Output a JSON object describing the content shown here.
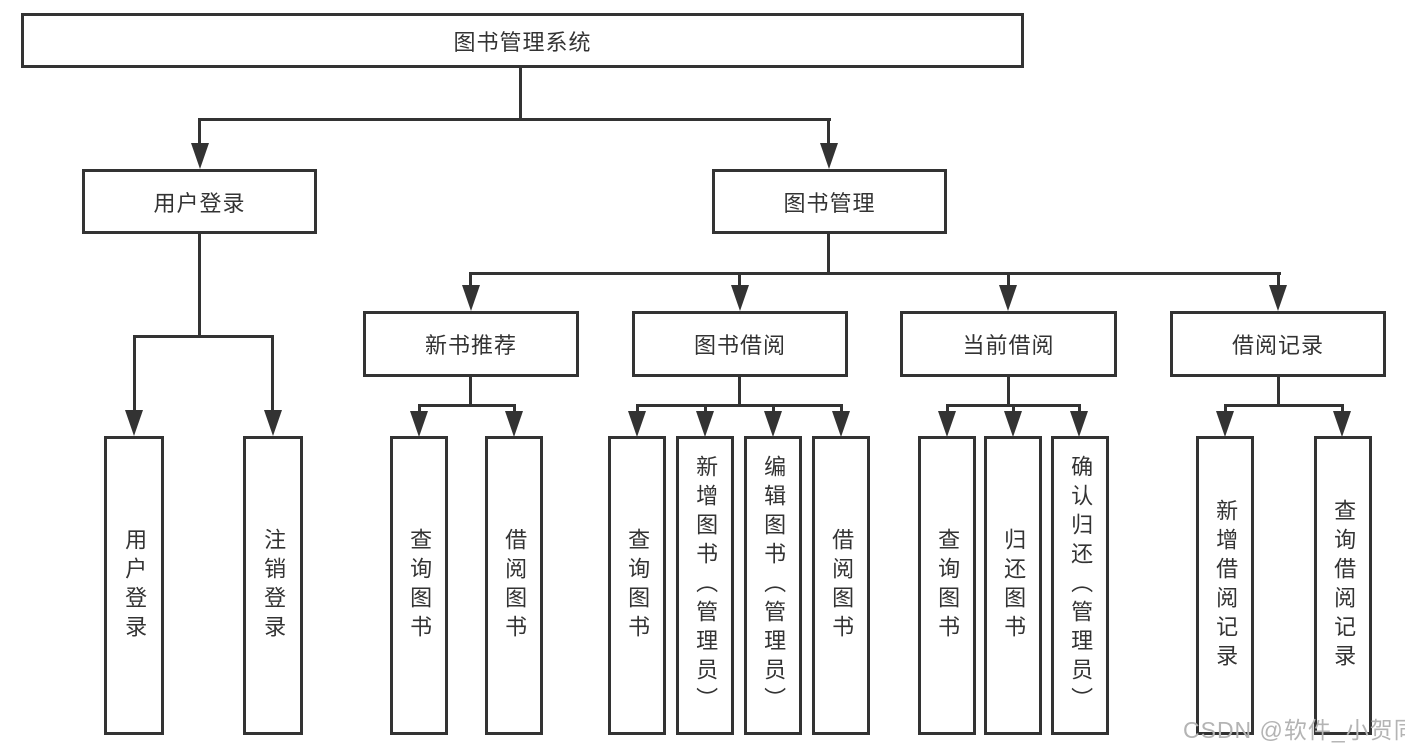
{
  "diagram": {
    "root": {
      "label": "图书管理系统"
    },
    "level1": [
      {
        "label": "用户登录",
        "children": [
          {
            "label": "用户登录"
          },
          {
            "label": "注销登录"
          }
        ]
      },
      {
        "label": "图书管理",
        "children": [
          {
            "label": "新书推荐",
            "children": [
              {
                "label": "查询图书"
              },
              {
                "label": "借阅图书"
              }
            ]
          },
          {
            "label": "图书借阅",
            "children": [
              {
                "label": "查询图书"
              },
              {
                "label": "新增图书（管理员）"
              },
              {
                "label": "编辑图书（管理员）"
              },
              {
                "label": "借阅图书"
              }
            ]
          },
          {
            "label": "当前借阅",
            "children": [
              {
                "label": "查询图书"
              },
              {
                "label": "归还图书"
              },
              {
                "label": "确认归还（管理员）"
              }
            ]
          },
          {
            "label": "借阅记录",
            "children": [
              {
                "label": "新增借阅记录"
              },
              {
                "label": "查询借阅记录"
              }
            ]
          }
        ]
      }
    ]
  },
  "watermark": {
    "text": "CSDN @软件_小贺同学"
  },
  "colors": {
    "line": "#333333",
    "text": "#333333",
    "watermark": "#b4b4b4",
    "background": "#ffffff"
  }
}
